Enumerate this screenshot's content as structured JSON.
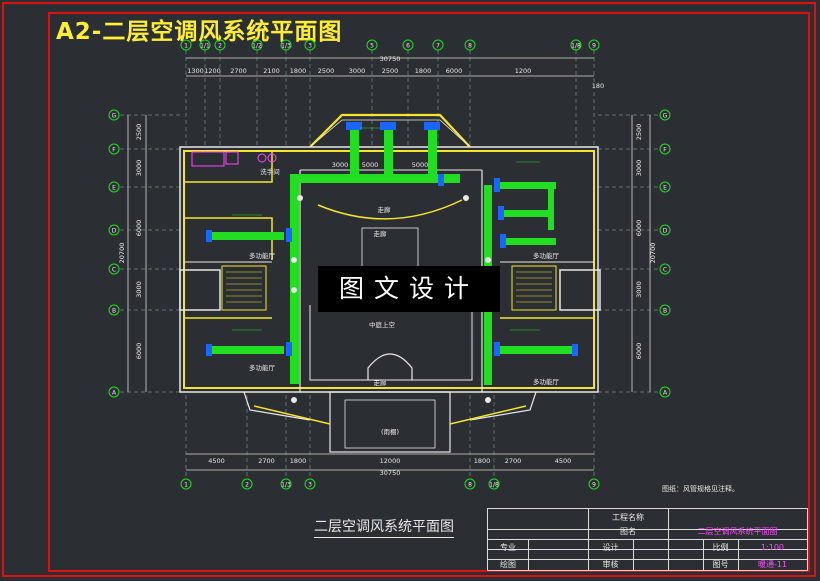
{
  "title": "A2-二层空调风系统平面图",
  "watermark": "图文设计",
  "caption": "二层空调风系统平面图",
  "note": "图纸：风管规格见注释。",
  "axes": {
    "top": [
      "1",
      "1/1",
      "2",
      "1/2",
      "1/3",
      "3",
      "5",
      "6",
      "7",
      "8",
      "1/8",
      "9"
    ],
    "bottom": [
      "1",
      "2",
      "1/3",
      "3",
      "8",
      "1/8",
      "9"
    ],
    "left": [
      "G",
      "F",
      "E",
      "D",
      "C",
      "B",
      "A"
    ],
    "right": [
      "G",
      "F",
      "E",
      "D",
      "C",
      "B",
      "A"
    ]
  },
  "dims": {
    "top": [
      "1300",
      "1200",
      "2700",
      "2100",
      "1800",
      "2500",
      "3000",
      "2500",
      "1800",
      "6000",
      "1200"
    ],
    "top_total": "30750",
    "top_right": "180",
    "bottom": [
      "4500",
      "2700",
      "1800",
      "12000",
      "1800",
      "2700",
      "4500"
    ],
    "bottom_total": "30750",
    "left": [
      "2500",
      "3000",
      "6000",
      "3000",
      "6000"
    ],
    "left_total": "20700",
    "right": [
      "2500",
      "3000",
      "6000",
      "3000",
      "6000"
    ],
    "right_total": "20700"
  },
  "rooms": {
    "toilet": "洗手间",
    "dining_nw": "多功能厅",
    "dining_sw": "多功能厅",
    "dining_ne": "多功能厅",
    "dining_se": "多功能厅",
    "upper_hall": "走廊",
    "central": "中庭上空",
    "corridor_c": "走廊",
    "corridor_s": "走廊",
    "canopy": "(雨棚)"
  },
  "duct_dims": [
    "3000",
    "5000",
    "5000"
  ],
  "title_block": {
    "project_label": "工程名称",
    "drawing_label": "图名",
    "drawing_name": "二层空调风系统平面图",
    "major": "专业",
    "design": "设计",
    "scale_label": "比例",
    "scale": "1:100",
    "drawn": "绘图",
    "check": "审核",
    "no_label": "图号",
    "no": "暖通-11"
  }
}
